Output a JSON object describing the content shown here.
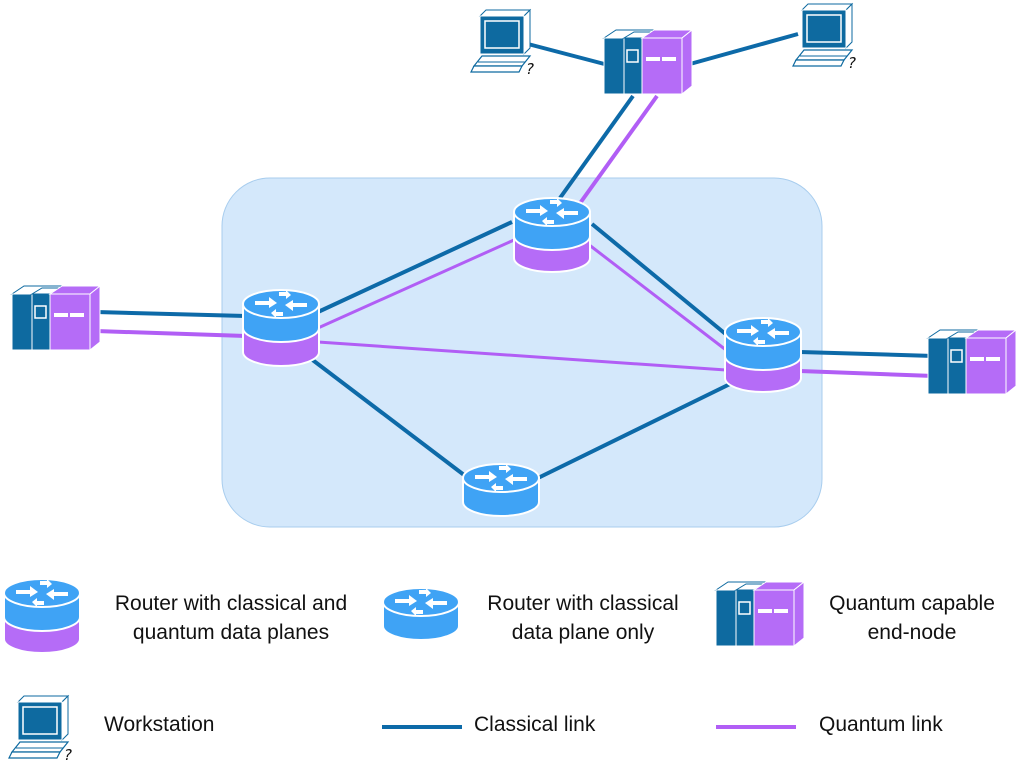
{
  "colors": {
    "network_region": "#d4e8fb",
    "network_border": "#a8cdee",
    "classical_link": "#0d6aa8",
    "quantum_link": "#b15ef5",
    "router_top": "#3fa3f5",
    "router_body_classical": "#3fa3f5",
    "router_body_quantum": "#b56cf7",
    "node_blue": "#0e6aa0",
    "node_purple": "#b56cf7"
  },
  "icons": {
    "router_quantum": "router-quantum-icon",
    "router_classical": "router-classical-icon",
    "quantum_end_node": "server-icon",
    "workstation": "computer-icon"
  },
  "legend": {
    "router_quantum": "Router with classical and quantum data planes",
    "router_classical": "Router with classical data plane only",
    "quantum_end_node": "Quantum capable end-node",
    "workstation": "Workstation",
    "classical_link": "Classical link",
    "quantum_link": "Quantum link"
  },
  "nodes": [
    {
      "id": "router-left",
      "kind": "router_quantum"
    },
    {
      "id": "router-top",
      "kind": "router_quantum"
    },
    {
      "id": "router-right",
      "kind": "router_quantum"
    },
    {
      "id": "router-bottom",
      "kind": "router_classical"
    },
    {
      "id": "server-top",
      "kind": "quantum_end_node"
    },
    {
      "id": "server-left",
      "kind": "quantum_end_node"
    },
    {
      "id": "server-right",
      "kind": "quantum_end_node"
    },
    {
      "id": "workstation-top-left",
      "kind": "workstation"
    },
    {
      "id": "workstation-top-right",
      "kind": "workstation"
    }
  ],
  "links": [
    {
      "from": "router-left",
      "to": "router-top",
      "type": "classical"
    },
    {
      "from": "router-left",
      "to": "router-top",
      "type": "quantum"
    },
    {
      "from": "router-top",
      "to": "router-right",
      "type": "classical"
    },
    {
      "from": "router-top",
      "to": "router-right",
      "type": "quantum"
    },
    {
      "from": "router-left",
      "to": "router-right",
      "type": "quantum"
    },
    {
      "from": "router-left",
      "to": "router-bottom",
      "type": "classical"
    },
    {
      "from": "router-bottom",
      "to": "router-right",
      "type": "classical"
    },
    {
      "from": "server-left",
      "to": "router-left",
      "type": "classical"
    },
    {
      "from": "server-left",
      "to": "router-left",
      "type": "quantum"
    },
    {
      "from": "router-right",
      "to": "server-right",
      "type": "classical"
    },
    {
      "from": "router-right",
      "to": "server-right",
      "type": "quantum"
    },
    {
      "from": "router-top",
      "to": "server-top",
      "type": "classical"
    },
    {
      "from": "router-top",
      "to": "server-top",
      "type": "quantum"
    },
    {
      "from": "workstation-top-left",
      "to": "server-top",
      "type": "classical"
    },
    {
      "from": "workstation-top-right",
      "to": "server-top",
      "type": "classical"
    }
  ]
}
